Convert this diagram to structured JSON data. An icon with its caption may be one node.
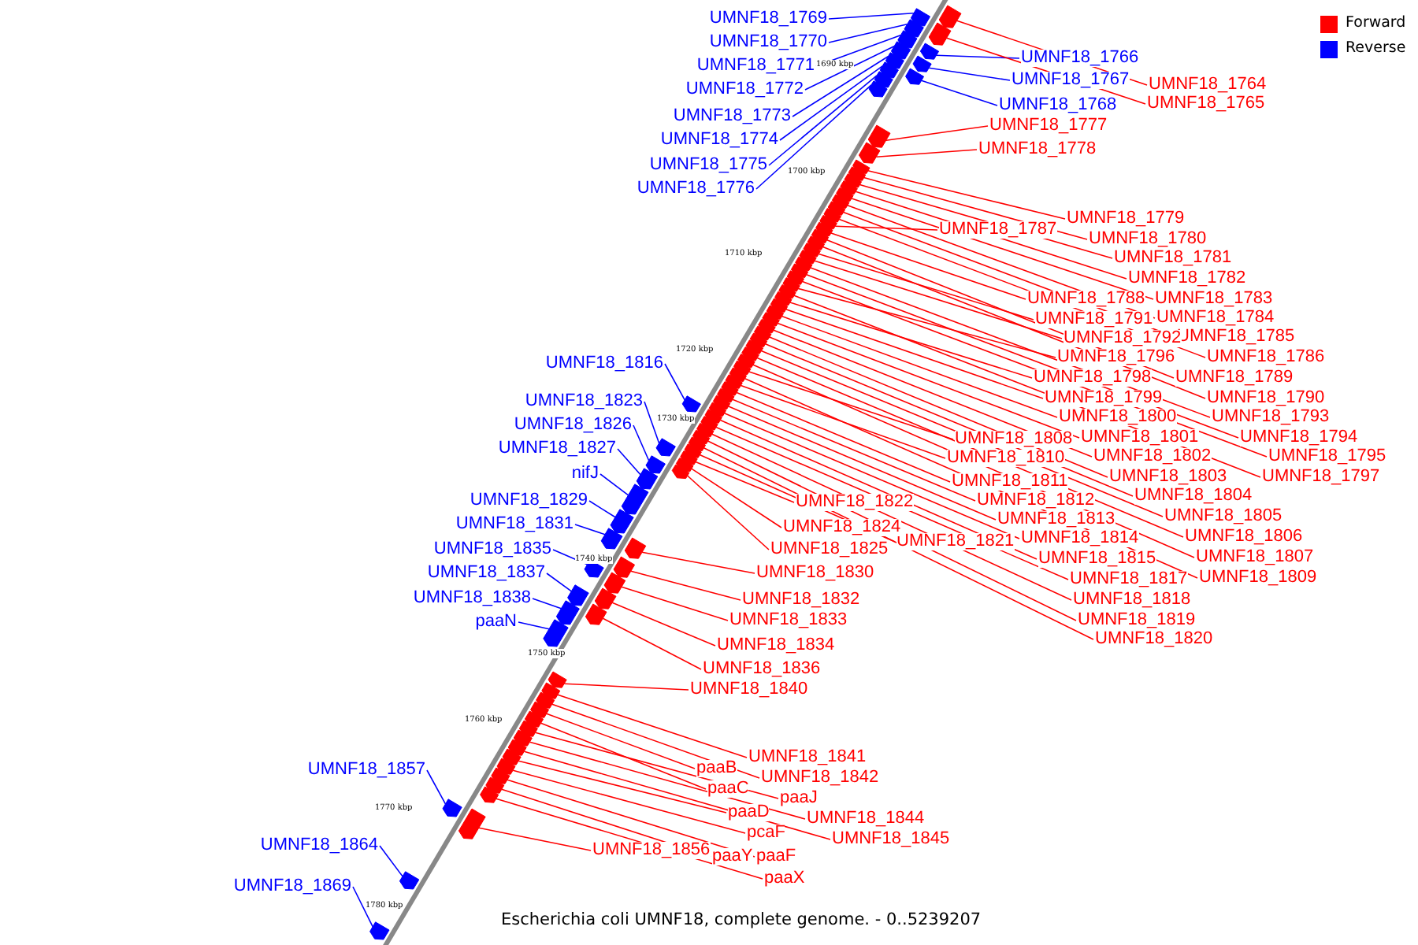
{
  "diagram": {
    "caption": "Escherichia coli UMNF18, complete genome. - 0..5239207",
    "nodes": [
      {
        "text": [
          "UMNF18_1769"
        ]
      },
      {
        "text": [
          "UMNF18_1770"
        ]
      },
      {
        "text": [
          "UMNF18_1771"
        ]
      },
      {
        "text": [
          "UMNF18_1772"
        ]
      },
      {
        "text": [
          "UMNF18_1773"
        ]
      },
      {
        "text": [
          "UMNF18_1774"
        ]
      },
      {
        "text": [
          "UMNF18_1775"
        ]
      },
      {
        "text": [
          "UMNF18_1776"
        ]
      },
      {
        "text": [
          "UMNF18_1766"
        ]
      },
      {
        "text": [
          "UMNF18_1767"
        ]
      },
      {
        "text": [
          "UMNF18_1768"
        ]
      },
      {
        "text": [
          "UMNF18_1764"
        ]
      },
      {
        "text": [
          "UMNF18_1765"
        ]
      },
      {
        "text": [
          "UMNF18_1777"
        ]
      },
      {
        "text": [
          "UMNF18_1778"
        ]
      },
      {
        "text": [
          "UMNF18_1779"
        ]
      },
      {
        "text": [
          "UMNF18_1780"
        ]
      },
      {
        "text": [
          "UMNF18_1781"
        ]
      },
      {
        "text": [
          "UMNF18_1782"
        ]
      },
      {
        "text": [
          "UMNF18_1783"
        ]
      },
      {
        "text": [
          "UMNF18_1784"
        ]
      },
      {
        "text": [
          "UMNF18_1785"
        ]
      },
      {
        "text": [
          "UMNF18_1786"
        ]
      },
      {
        "text": [
          "UMNF18_1787"
        ]
      },
      {
        "text": [
          "UMNF18_1788"
        ]
      },
      {
        "text": [
          "UMNF18_1789"
        ]
      },
      {
        "text": [
          "UMNF18_1790"
        ]
      },
      {
        "text": [
          "UMNF18_1791"
        ]
      },
      {
        "text": [
          "UMNF18_1792"
        ]
      },
      {
        "text": [
          "UMNF18_1793"
        ]
      },
      {
        "text": [
          "UMNF18_1794"
        ]
      },
      {
        "text": [
          "UMNF18_1795"
        ]
      },
      {
        "text": [
          "UMNF18_1796"
        ]
      },
      {
        "text": [
          "UMNF18_1797"
        ]
      },
      {
        "text": [
          "UMNF18_1798"
        ]
      },
      {
        "text": [
          "UMNF18_1799"
        ]
      },
      {
        "text": [
          "UMNF18_1800"
        ]
      },
      {
        "text": [
          "UMNF18_1801"
        ]
      },
      {
        "text": [
          "UMNF18_1802"
        ]
      },
      {
        "text": [
          "UMNF18_1803"
        ]
      },
      {
        "text": [
          "UMNF18_1804"
        ]
      },
      {
        "text": [
          "UMNF18_1805"
        ]
      },
      {
        "text": [
          "UMNF18_1806"
        ]
      },
      {
        "text": [
          "UMNF18_1807"
        ]
      },
      {
        "text": [
          "UMNF18_1808"
        ]
      },
      {
        "text": [
          "UMNF18_1809"
        ]
      },
      {
        "text": [
          "UMNF18_1810"
        ]
      },
      {
        "text": [
          "UMNF18_1811"
        ]
      },
      {
        "text": [
          "UMNF18_1812"
        ]
      },
      {
        "text": [
          "UMNF18_1813"
        ]
      },
      {
        "text": [
          "UMNF18_1814"
        ]
      },
      {
        "text": [
          "UMNF18_1815"
        ]
      },
      {
        "text": [
          "UMNF18_1816"
        ]
      },
      {
        "text": [
          "UMNF18_1817"
        ]
      },
      {
        "text": [
          "UMNF18_1818"
        ]
      },
      {
        "text": [
          "UMNF18_1819"
        ]
      },
      {
        "text": [
          "UMNF18_1820"
        ]
      },
      {
        "text": [
          "UMNF18_1821"
        ]
      },
      {
        "text": [
          "UMNF18_1822"
        ]
      },
      {
        "text": [
          "UMNF18_1823"
        ]
      },
      {
        "text": [
          "UMNF18_1824"
        ]
      },
      {
        "text": [
          "UMNF18_1825"
        ]
      },
      {
        "text": [
          "UMNF18_1826"
        ]
      },
      {
        "text": [
          "UMNF18_1827"
        ]
      },
      {
        "text": [
          "nifJ"
        ]
      },
      {
        "text": [
          "UMNF18_1829"
        ]
      },
      {
        "text": [
          "UMNF18_1830"
        ]
      },
      {
        "text": [
          "UMNF18_1831"
        ]
      },
      {
        "text": [
          "UMNF18_1832"
        ]
      },
      {
        "text": [
          "UMNF18_1833"
        ]
      },
      {
        "text": [
          "UMNF18_1834"
        ]
      },
      {
        "text": [
          "UMNF18_1835"
        ]
      },
      {
        "text": [
          "UMNF18_1836"
        ]
      },
      {
        "text": [
          "UMNF18_1837"
        ]
      },
      {
        "text": [
          "UMNF18_1838"
        ]
      },
      {
        "text": [
          "paaN"
        ]
      },
      {
        "text": [
          "UMNF18_1840"
        ]
      },
      {
        "text": [
          "UMNF18_1841"
        ]
      },
      {
        "text": [
          "UMNF18_1842"
        ]
      },
      {
        "text": [
          "paaB"
        ]
      },
      {
        "text": [
          "paaC"
        ]
      },
      {
        "text": [
          "paaJ"
        ]
      },
      {
        "text": [
          "UMNF18_1844"
        ]
      },
      {
        "text": [
          "UMNF18_1845"
        ]
      },
      {
        "text": [
          "paaD"
        ]
      },
      {
        "text": [
          "pcaF"
        ]
      },
      {
        "text": [
          "paaF"
        ]
      },
      {
        "text": [
          "paaY"
        ]
      },
      {
        "text": [
          "paaX"
        ]
      },
      {
        "text": [
          "UMNF18_1856"
        ]
      },
      {
        "text": [
          "UMNF18_1857"
        ]
      },
      {
        "text": [
          "UMNF18_1864"
        ]
      },
      {
        "text": [
          "UMNF18_1869"
        ]
      },
      {
        "text": [],
        "shape": "arrow"
      },
      {
        "text": [],
        "shape": "arrow"
      },
      {
        "text": [],
        "shape": "arrow"
      },
      {
        "text": [],
        "shape": "arrow"
      },
      {
        "text": [],
        "shape": "arrow"
      },
      {
        "text": [],
        "shape": "arrow"
      },
      {
        "text": [],
        "shape": "arrow"
      },
      {
        "text": [],
        "shape": "arrow"
      },
      {
        "text": [],
        "shape": "arrow"
      },
      {
        "text": [],
        "shape": "arrow"
      },
      {
        "text": [],
        "shape": "arrow"
      },
      {
        "text": [],
        "shape": "arrow"
      },
      {
        "text": [],
        "shape": "arrow"
      },
      {
        "text": [],
        "shape": "arrow"
      },
      {
        "text": [],
        "shape": "arrow"
      },
      {
        "text": [],
        "shape": "arrow"
      },
      {
        "text": [],
        "shape": "arrow"
      },
      {
        "text": [],
        "shape": "arrow"
      },
      {
        "text": [],
        "shape": "arrow"
      },
      {
        "text": [],
        "shape": "arrow"
      },
      {
        "text": [],
        "shape": "arrow"
      },
      {
        "text": [],
        "shape": "arrow"
      },
      {
        "text": [],
        "shape": "arrow"
      },
      {
        "text": [],
        "shape": "arrow"
      },
      {
        "text": [],
        "shape": "arrow"
      },
      {
        "text": [],
        "shape": "arrow"
      },
      {
        "text": [],
        "shape": "arrow"
      },
      {
        "text": [],
        "shape": "arrow"
      },
      {
        "text": [],
        "shape": "arrow"
      },
      {
        "text": [],
        "shape": "arrow"
      },
      {
        "text": [],
        "shape": "arrow"
      },
      {
        "text": [],
        "shape": "arrow"
      },
      {
        "text": [],
        "shape": "arrow"
      },
      {
        "text": [],
        "shape": "arrow"
      },
      {
        "text": [],
        "shape": "arrow"
      },
      {
        "text": [],
        "shape": "arrow"
      },
      {
        "text": [],
        "shape": "arrow"
      },
      {
        "text": [],
        "shape": "arrow"
      },
      {
        "text": [],
        "shape": "arrow"
      },
      {
        "text": [],
        "shape": "arrow"
      },
      {
        "text": [],
        "shape": "arrow"
      },
      {
        "text": [],
        "shape": "arrow"
      },
      {
        "text": [],
        "shape": "arrow"
      },
      {
        "text": [],
        "shape": "arrow"
      },
      {
        "text": [],
        "shape": "arrow"
      },
      {
        "text": [],
        "shape": "arrow"
      },
      {
        "text": [],
        "shape": "arrow"
      },
      {
        "text": [],
        "shape": "arrow"
      },
      {
        "text": [],
        "shape": "arrow"
      },
      {
        "text": [],
        "shape": "arrow"
      },
      {
        "text": [],
        "shape": "arrow"
      },
      {
        "text": [],
        "shape": "arrow"
      },
      {
        "text": [],
        "shape": "arrow"
      },
      {
        "text": [],
        "shape": "arrow"
      },
      {
        "text": [],
        "shape": "arrow"
      },
      {
        "text": [],
        "shape": "arrow"
      },
      {
        "text": [],
        "shape": "arrow"
      },
      {
        "text": [],
        "shape": "arrow"
      },
      {
        "text": [],
        "shape": "arrow"
      },
      {
        "text": [],
        "shape": "arrow"
      },
      {
        "text": [],
        "shape": "arrow"
      },
      {
        "text": [],
        "shape": "arrow"
      },
      {
        "text": [],
        "shape": "arrow"
      },
      {
        "text": [],
        "shape": "arrow"
      },
      {
        "text": [],
        "shape": "arrow"
      },
      {
        "text": [],
        "shape": "arrow"
      },
      {
        "text": [],
        "shape": "arrow"
      },
      {
        "text": [],
        "shape": "arrow"
      },
      {
        "text": [],
        "shape": "arrow"
      },
      {
        "text": [],
        "shape": "arrow"
      },
      {
        "text": [],
        "shape": "arrow"
      },
      {
        "text": [],
        "shape": "arrow"
      },
      {
        "text": [],
        "shape": "arrow"
      },
      {
        "text": [],
        "shape": "arrow"
      },
      {
        "text": [],
        "shape": "arrow"
      },
      {
        "text": [],
        "shape": "arrow"
      },
      {
        "text": [],
        "shape": "arrow"
      },
      {
        "text": [],
        "shape": "arrow"
      },
      {
        "text": [],
        "shape": "arrow"
      },
      {
        "text": [],
        "shape": "arrow"
      },
      {
        "text": [],
        "shape": "arrow"
      },
      {
        "text": [],
        "shape": "arrow"
      },
      {
        "text": [],
        "shape": "arrow"
      },
      {
        "text": [],
        "shape": "arrow"
      },
      {
        "text": [],
        "shape": "arrow"
      },
      {
        "text": [],
        "shape": "arrow"
      },
      {
        "text": [],
        "shape": "arrow"
      },
      {
        "text": [],
        "shape": "arrow"
      },
      {
        "text": [],
        "shape": "arrow"
      },
      {
        "text": [],
        "shape": "arrow"
      },
      {
        "text": [],
        "shape": "arrow"
      },
      {
        "text": [],
        "shape": "arrow"
      },
      {
        "text": [],
        "shape": "arrow"
      }
    ],
    "edges": [
      {
        "from": 0,
        "to": 93,
        "arrow": "none",
        "color": "#0000ff"
      },
      {
        "from": 1,
        "to": 94,
        "arrow": "none",
        "color": "#0000ff"
      },
      {
        "from": 2,
        "to": 95,
        "arrow": "none",
        "color": "#0000ff"
      },
      {
        "from": 3,
        "to": 96,
        "arrow": "none",
        "color": "#0000ff"
      },
      {
        "from": 4,
        "to": 97,
        "arrow": "none",
        "color": "#0000ff"
      },
      {
        "from": 5,
        "to": 98,
        "arrow": "none",
        "color": "#0000ff"
      },
      {
        "from": 6,
        "to": 99,
        "arrow": "none",
        "color": "#0000ff"
      },
      {
        "from": 7,
        "to": 100,
        "arrow": "none",
        "color": "#0000ff"
      },
      {
        "from": 8,
        "to": 101,
        "arrow": "none",
        "color": "#0000ff"
      },
      {
        "from": 9,
        "to": 102,
        "arrow": "none",
        "color": "#0000ff"
      },
      {
        "from": 10,
        "to": 103,
        "arrow": "none",
        "color": "#0000ff"
      },
      {
        "from": 11,
        "to": 104,
        "arrow": "none"
      },
      {
        "from": 12,
        "to": 105,
        "arrow": "none"
      },
      {
        "from": 13,
        "to": 106,
        "arrow": "none"
      },
      {
        "from": 14,
        "to": 107,
        "arrow": "none"
      },
      {
        "from": 15,
        "to": 108,
        "arrow": "none"
      },
      {
        "from": 16,
        "to": 109,
        "arrow": "none"
      },
      {
        "from": 17,
        "to": 110,
        "arrow": "none"
      },
      {
        "from": 18,
        "to": 111,
        "arrow": "none"
      },
      {
        "from": 19,
        "to": 112,
        "arrow": "none"
      },
      {
        "from": 20,
        "to": 113,
        "arrow": "none"
      },
      {
        "from": 21,
        "to": 114,
        "arrow": "none"
      },
      {
        "from": 22,
        "to": 115,
        "arrow": "none"
      },
      {
        "from": 23,
        "to": 116,
        "arrow": "none"
      },
      {
        "from": 24,
        "to": 117,
        "arrow": "none"
      },
      {
        "from": 25,
        "to": 118,
        "arrow": "none"
      },
      {
        "from": 26,
        "to": 119,
        "arrow": "none"
      },
      {
        "from": 27,
        "to": 120,
        "arrow": "none"
      },
      {
        "from": 28,
        "to": 121,
        "arrow": "none"
      },
      {
        "from": 29,
        "to": 122,
        "arrow": "none"
      },
      {
        "from": 30,
        "to": 123,
        "arrow": "none"
      },
      {
        "from": 31,
        "to": 124,
        "arrow": "none"
      },
      {
        "from": 32,
        "to": 125,
        "arrow": "none"
      },
      {
        "from": 33,
        "to": 126,
        "arrow": "none"
      },
      {
        "from": 34,
        "to": 127,
        "arrow": "none"
      },
      {
        "from": 35,
        "to": 128,
        "arrow": "none"
      },
      {
        "from": 36,
        "to": 129,
        "arrow": "none"
      },
      {
        "from": 37,
        "to": 130,
        "arrow": "none"
      },
      {
        "from": 38,
        "to": 131,
        "arrow": "none"
      },
      {
        "from": 39,
        "to": 132,
        "arrow": "none"
      },
      {
        "from": 40,
        "to": 133,
        "arrow": "none"
      },
      {
        "from": 41,
        "to": 134,
        "arrow": "none"
      },
      {
        "from": 42,
        "to": 135,
        "arrow": "none"
      },
      {
        "from": 43,
        "to": 136,
        "arrow": "none"
      },
      {
        "from": 44,
        "to": 137,
        "arrow": "none"
      },
      {
        "from": 45,
        "to": 138,
        "arrow": "none"
      },
      {
        "from": 46,
        "to": 139,
        "arrow": "none"
      },
      {
        "from": 47,
        "to": 140,
        "arrow": "none"
      },
      {
        "from": 48,
        "to": 141,
        "arrow": "none"
      },
      {
        "from": 49,
        "to": 142,
        "arrow": "none"
      },
      {
        "from": 50,
        "to": 143,
        "arrow": "none"
      },
      {
        "from": 51,
        "to": 144,
        "arrow": "none"
      },
      {
        "from": 52,
        "to": 145,
        "arrow": "none",
        "color": "#0000ff"
      },
      {
        "from": 53,
        "to": 146,
        "arrow": "none"
      },
      {
        "from": 54,
        "to": 147,
        "arrow": "none"
      },
      {
        "from": 55,
        "to": 148,
        "arrow": "none"
      },
      {
        "from": 56,
        "to": 149,
        "arrow": "none"
      },
      {
        "from": 57,
        "to": 150,
        "arrow": "none"
      },
      {
        "from": 58,
        "to": 151,
        "arrow": "none"
      },
      {
        "from": 59,
        "to": 152,
        "arrow": "none",
        "color": "#0000ff"
      },
      {
        "from": 60,
        "to": 153,
        "arrow": "none"
      },
      {
        "from": 61,
        "to": 154,
        "arrow": "none"
      },
      {
        "from": 62,
        "to": 155,
        "arrow": "none",
        "color": "#0000ff"
      },
      {
        "from": 63,
        "to": 156,
        "arrow": "none",
        "color": "#0000ff"
      },
      {
        "from": 64,
        "to": 157,
        "arrow": "none",
        "color": "#0000ff"
      },
      {
        "from": 65,
        "to": 158,
        "arrow": "none",
        "color": "#0000ff"
      },
      {
        "from": 66,
        "to": 159,
        "arrow": "none"
      },
      {
        "from": 67,
        "to": 160,
        "arrow": "none",
        "color": "#0000ff"
      },
      {
        "from": 68,
        "to": 161,
        "arrow": "none"
      },
      {
        "from": 69,
        "to": 162,
        "arrow": "none"
      },
      {
        "from": 70,
        "to": 163,
        "arrow": "none"
      },
      {
        "from": 71,
        "to": 164,
        "arrow": "none",
        "color": "#0000ff"
      },
      {
        "from": 72,
        "to": 165,
        "arrow": "none"
      },
      {
        "from": 73,
        "to": 166,
        "arrow": "none",
        "color": "#0000ff"
      },
      {
        "from": 74,
        "to": 167,
        "arrow": "none",
        "color": "#0000ff"
      },
      {
        "from": 75,
        "to": 168,
        "arrow": "none",
        "color": "#0000ff"
      },
      {
        "from": 76,
        "to": 169,
        "arrow": "none"
      },
      {
        "from": 77,
        "to": 170,
        "arrow": "none"
      },
      {
        "from": 78,
        "to": 171,
        "arrow": "none"
      },
      {
        "from": 79,
        "to": 172,
        "arrow": "none"
      },
      {
        "from": 80,
        "to": 173,
        "arrow": "none"
      },
      {
        "from": 81,
        "to": 174,
        "arrow": "none"
      },
      {
        "from": 82,
        "to": 175,
        "arrow": "none"
      },
      {
        "from": 83,
        "to": 176,
        "arrow": "none"
      },
      {
        "from": 84,
        "to": 177,
        "arrow": "none"
      },
      {
        "from": 85,
        "to": 178,
        "arrow": "none"
      },
      {
        "from": 86,
        "to": 179,
        "arrow": "none"
      },
      {
        "from": 87,
        "to": 180,
        "arrow": "none"
      },
      {
        "from": 88,
        "to": 181,
        "arrow": "none"
      },
      {
        "from": 89,
        "to": 182,
        "arrow": "none"
      },
      {
        "from": 90,
        "to": 183,
        "arrow": "none",
        "color": "#0000ff"
      },
      {
        "from": 91,
        "to": 184,
        "arrow": "none",
        "color": "#0000ff"
      },
      {
        "from": 92,
        "to": 185,
        "arrow": "none",
        "color": "#0000ff"
      }
    ],
    "labels": [
      "1690 kbp",
      "1700 kbp",
      "1710 kbp",
      "1720 kbp",
      "1730 kbp",
      "1740 kbp",
      "1750 kbp",
      "1760 kbp",
      "1770 kbp",
      "1780 kbp"
    ],
    "legend": [
      {
        "text": "Forward",
        "color": "#ff0000"
      },
      {
        "text": "Reverse",
        "color": "#0000ff"
      }
    ]
  }
}
